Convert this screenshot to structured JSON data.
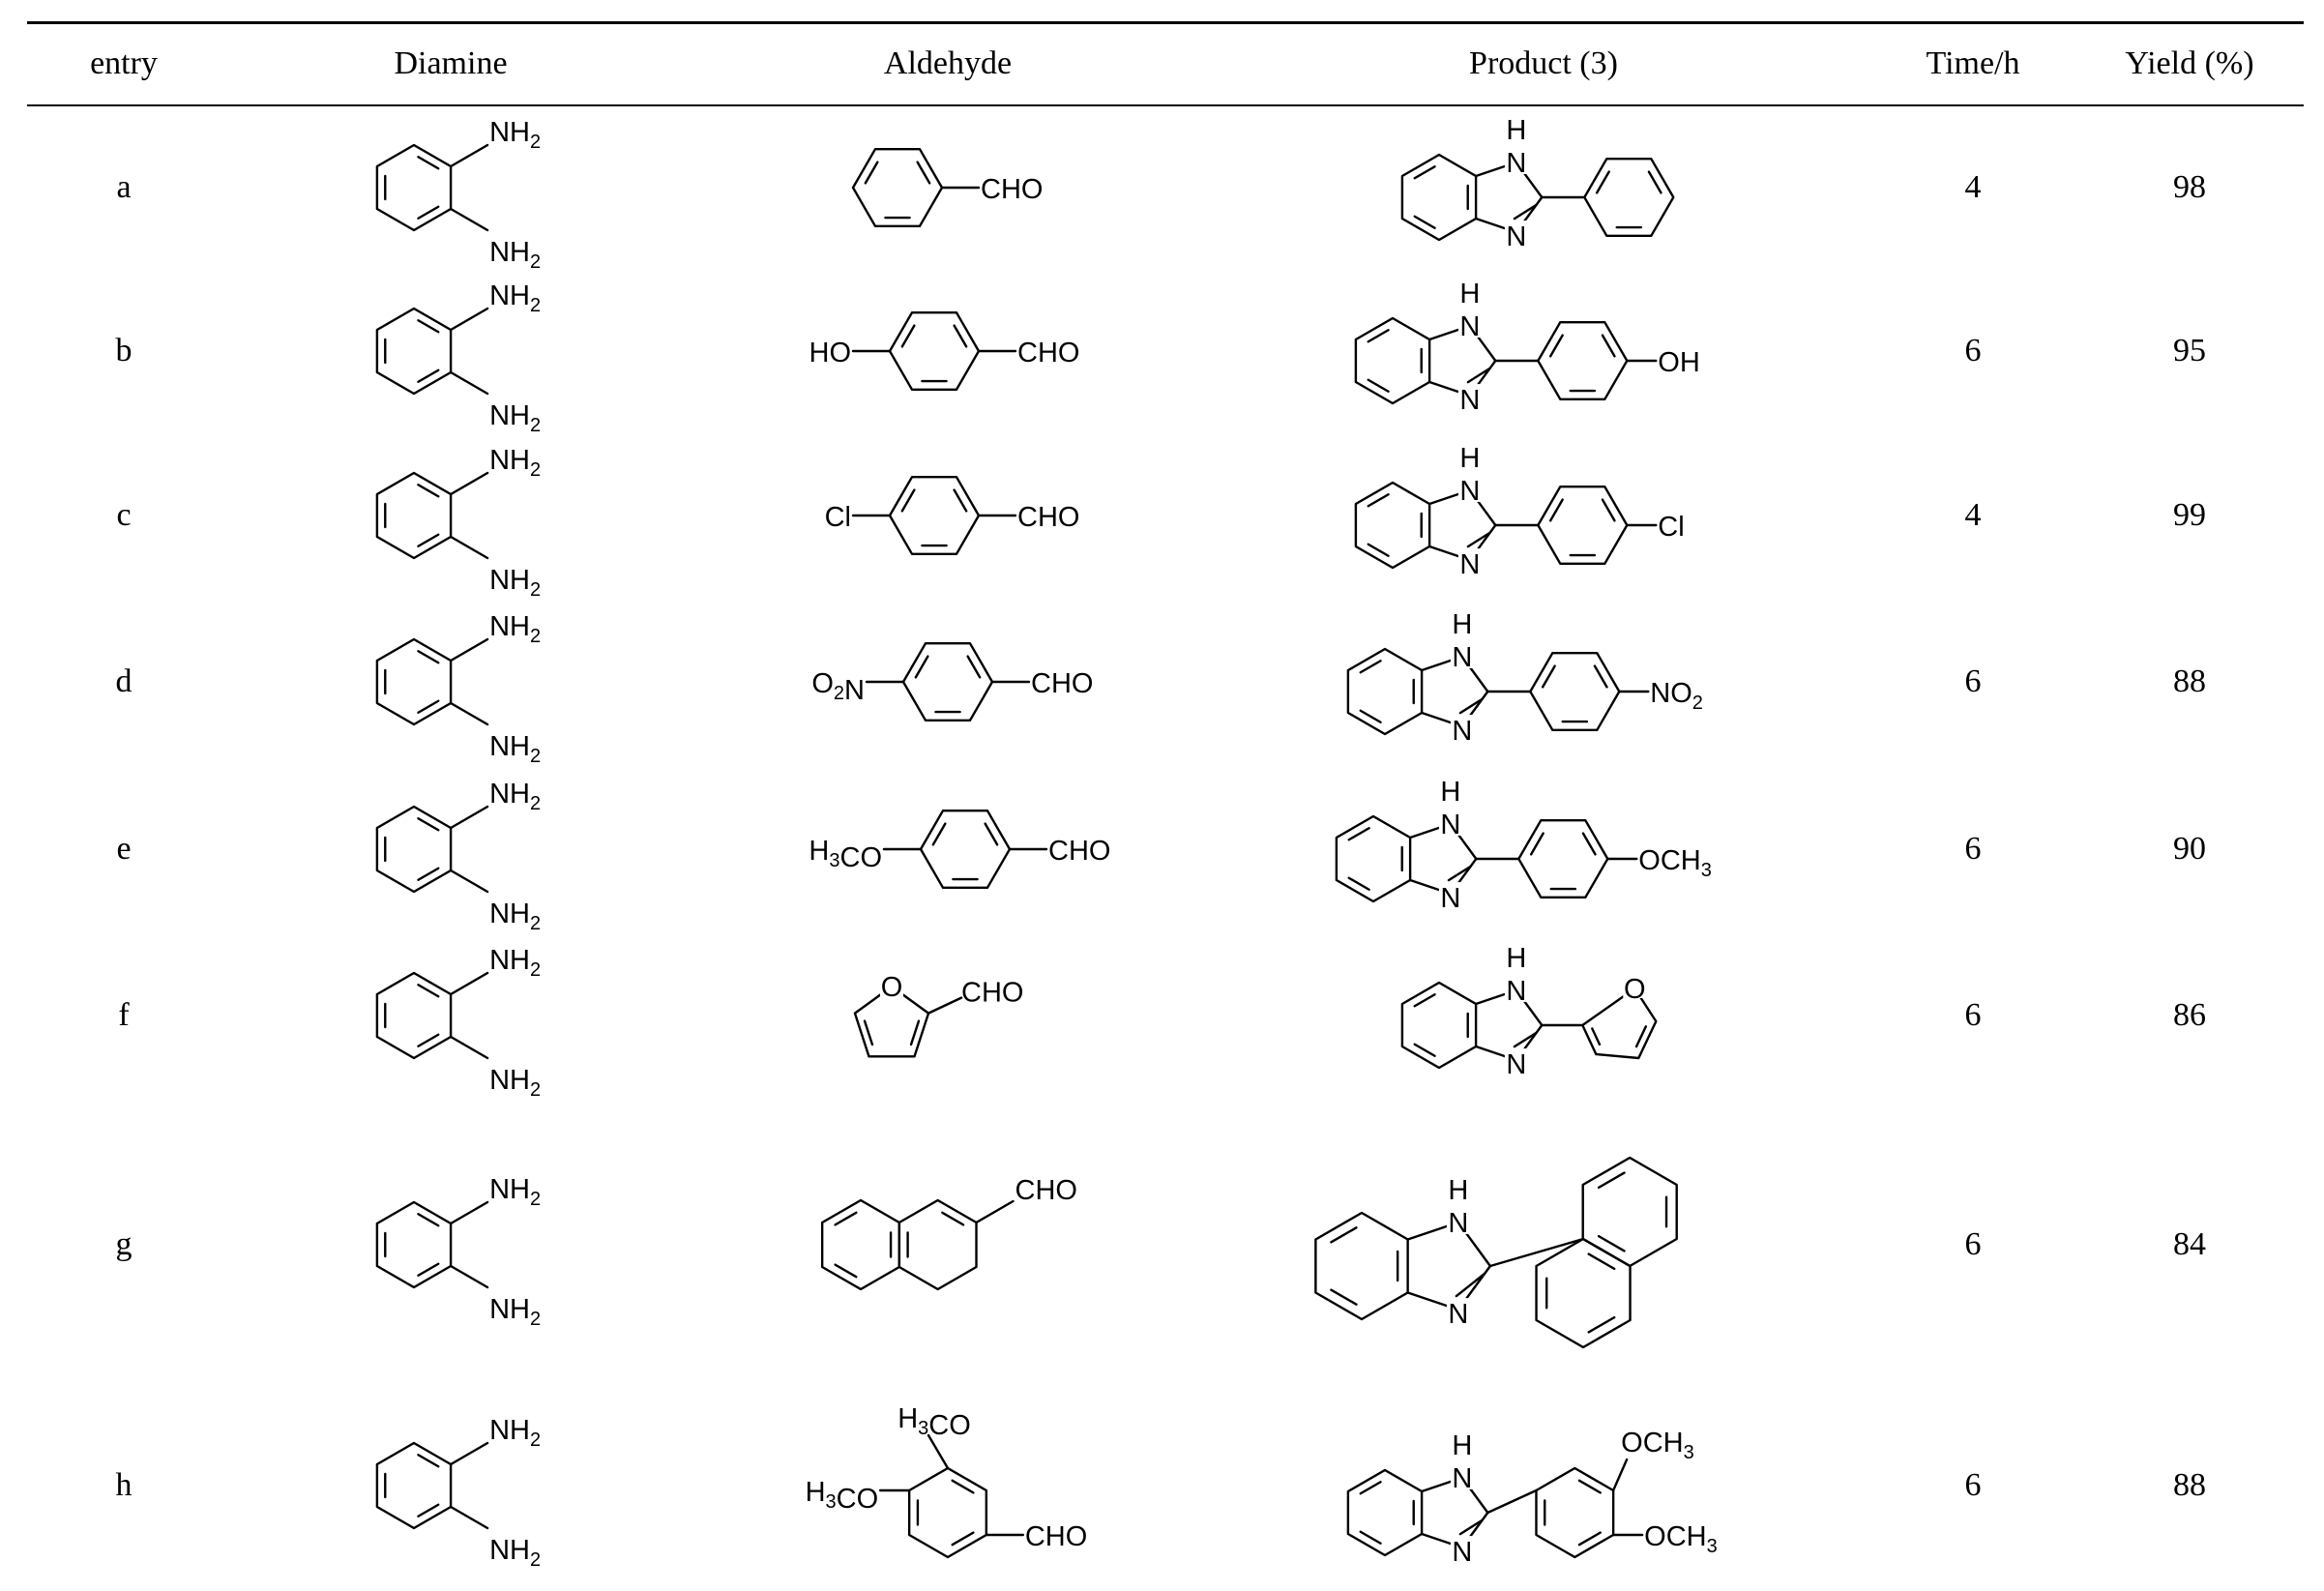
{
  "headers": {
    "entry": "entry",
    "diamine": "Diamine",
    "aldehyde": "Aldehyde",
    "product": "Product (3)",
    "time": "Time/h",
    "yield": "Yield (%)"
  },
  "rows": [
    {
      "entry": "a",
      "time": "4",
      "yield": "98"
    },
    {
      "entry": "b",
      "time": "6",
      "yield": "95"
    },
    {
      "entry": "c",
      "time": "4",
      "yield": "99"
    },
    {
      "entry": "d",
      "time": "6",
      "yield": "88"
    },
    {
      "entry": "e",
      "time": "6",
      "yield": "90"
    },
    {
      "entry": "f",
      "time": "6",
      "yield": "86"
    },
    {
      "entry": "g",
      "time": "6",
      "yield": "84"
    },
    {
      "entry": "h",
      "time": "6",
      "yield": "88"
    }
  ],
  "labels": {
    "nh2": "NH",
    "sub2": "2",
    "cho": "CHO",
    "ho": "HO",
    "oh": "OH",
    "cl": "Cl",
    "o2n_o": "O",
    "o2n_n": "N",
    "no2_n": "NO",
    "h3co_h": "H",
    "h3co_co": "CO",
    "sub3": "3",
    "och3": "OCH",
    "n": "N",
    "h": "H",
    "o": "O"
  }
}
